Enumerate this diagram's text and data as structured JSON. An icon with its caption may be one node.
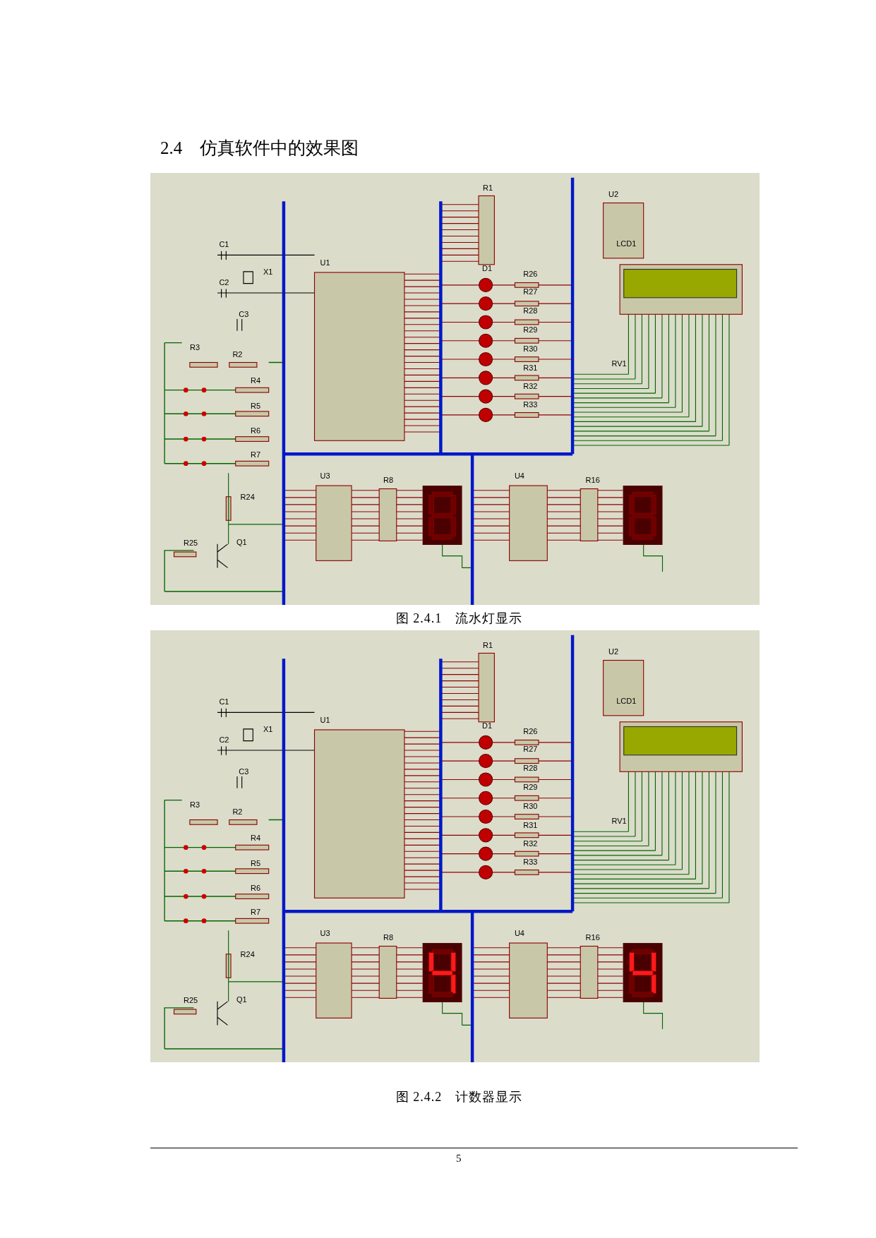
{
  "diagram": {
    "title": "2.4　仿真软件中的效果图",
    "labels": [
      "C1",
      "C2",
      "X1",
      "U1",
      "R1",
      "U2",
      "LCD1",
      "D1",
      "R26",
      "R27",
      "R28",
      "R29",
      "R30",
      "R31",
      "R32",
      "R33",
      "C3",
      "R3",
      "R2",
      "R4",
      "R5",
      "R6",
      "R7",
      "R24",
      "R25",
      "Q1",
      "U3",
      "R8",
      "U4",
      "R16",
      "RV1",
      "图 2.4.1　流水灯显示",
      "C1",
      "C2",
      "X1",
      "U1",
      "R1",
      "U2",
      "LCD1",
      "D1",
      "R26",
      "R27",
      "R28",
      "R29",
      "R30",
      "R31",
      "R32",
      "R33",
      "C3",
      "R3",
      "R2",
      "R4",
      "R5",
      "R6",
      "R7",
      "R24",
      "R25",
      "Q1",
      "U3",
      "R8",
      "U4",
      "R16",
      "RV1",
      "图 2.4.2　计数器显示",
      "5"
    ]
  }
}
